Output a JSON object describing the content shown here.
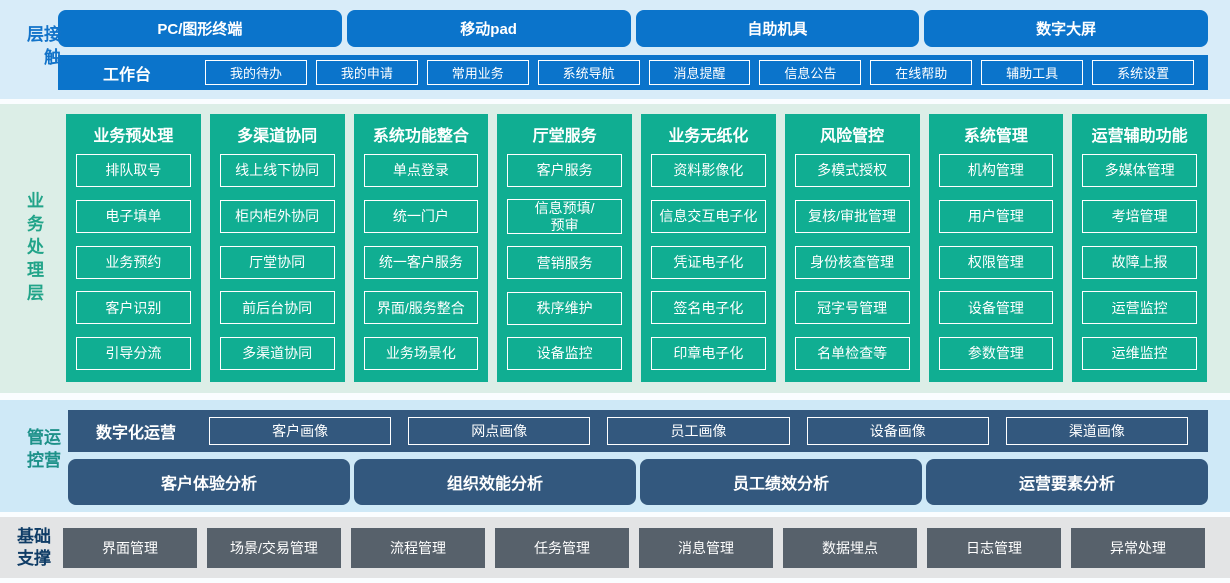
{
  "colors": {
    "primary_blue": "#0b74cb",
    "teal_green": "#10ae92",
    "slate_blue": "#33587e",
    "slate_gray": "#57616b",
    "navy_label": "#0f3c66",
    "contact_bg": "#d8ecf9",
    "business_bg": "#dceee7",
    "operations_bg": "#cfe9f7",
    "foundation_bg": "#e3e4e5"
  },
  "contact_layer": {
    "label": "接触层",
    "terminals": [
      "PC/图形终端",
      "移动pad",
      "自助机具",
      "数字大屏"
    ],
    "workbench": {
      "label": "工作台",
      "items": [
        "我的待办",
        "我的申请",
        "常用业务",
        "系统导航",
        "消息提醒",
        "信息公告",
        "在线帮助",
        "辅助工具",
        "系统设置"
      ]
    }
  },
  "business_layer": {
    "label": "业务处理层",
    "columns": [
      {
        "title": "业务预处理",
        "items": [
          "排队取号",
          "电子填单",
          "业务预约",
          "客户识别",
          "引导分流"
        ]
      },
      {
        "title": "多渠道协同",
        "items": [
          "线上线下协同",
          "柜内柜外协同",
          "厅堂协同",
          "前后台协同",
          "多渠道协同"
        ]
      },
      {
        "title": "系统功能整合",
        "items": [
          "单点登录",
          "统一门户",
          "统一客户服务",
          "界面/服务整合",
          "业务场景化"
        ]
      },
      {
        "title": "厅堂服务",
        "items": [
          "客户服务",
          "信息预填/\n预审",
          "营销服务",
          "秩序维护",
          "设备监控"
        ]
      },
      {
        "title": "业务无纸化",
        "items": [
          "资料影像化",
          "信息交互电子化",
          "凭证电子化",
          "签名电子化",
          "印章电子化"
        ]
      },
      {
        "title": "风险管控",
        "items": [
          "多模式授权",
          "复核/审批管理",
          "身份核查管理",
          "冠字号管理",
          "名单检查等"
        ]
      },
      {
        "title": "系统管理",
        "items": [
          "机构管理",
          "用户管理",
          "权限管理",
          "设备管理",
          "参数管理"
        ]
      },
      {
        "title": "运营辅助功能",
        "items": [
          "多媒体管理",
          "考培管理",
          "故障上报",
          "运营监控",
          "运维监控"
        ]
      }
    ]
  },
  "operations_layer": {
    "label": "运营管控",
    "digital_ops_label": "数字化运营",
    "portraits": [
      "客户画像",
      "网点画像",
      "员工画像",
      "设备画像",
      "渠道画像"
    ],
    "analyses": [
      "客户体验分析",
      "组织效能分析",
      "员工绩效分析",
      "运营要素分析"
    ]
  },
  "foundation_layer": {
    "label": "基础支撑",
    "items": [
      "界面管理",
      "场景/交易管理",
      "流程管理",
      "任务管理",
      "消息管理",
      "数据埋点",
      "日志管理",
      "异常处理"
    ]
  }
}
